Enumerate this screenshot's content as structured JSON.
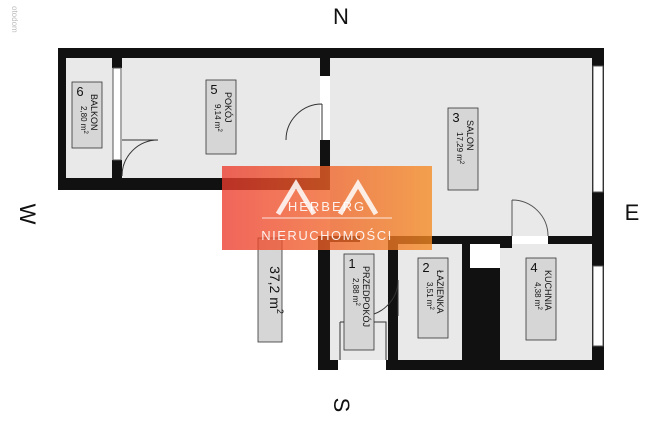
{
  "compass": {
    "north": "N",
    "south": "S",
    "east": "E",
    "west": "W"
  },
  "corner_mark": "otodom",
  "total_area": {
    "value": "37,2 m",
    "sup": "2"
  },
  "rooms": [
    {
      "number": "6",
      "name": "BALKON",
      "area": "2,80 m",
      "sup": "2"
    },
    {
      "number": "5",
      "name": "POKÓJ",
      "area": "9,14 m",
      "sup": "2"
    },
    {
      "number": "3",
      "name": "SALON",
      "area": "17,29 m",
      "sup": "2"
    },
    {
      "number": "1",
      "name": "PRZEDPOKÓJ",
      "area": "2,88 m",
      "sup": "2"
    },
    {
      "number": "2",
      "name": "ŁAZIENKA",
      "area": "3,51 m",
      "sup": "2"
    },
    {
      "number": "4",
      "name": "KUCHNIA",
      "area": "4,38 m",
      "sup": "2"
    }
  ],
  "watermark": {
    "line1": "HERBERG",
    "line2": "NIERUCHOMOŚCI",
    "logo": "AA-logo"
  },
  "colors": {
    "wall": "#111111",
    "floor": "#e9e9e9",
    "label_bg": "#d6d6d6",
    "watermark": "#f05a24",
    "watermark_dark": "#e03a2a"
  }
}
